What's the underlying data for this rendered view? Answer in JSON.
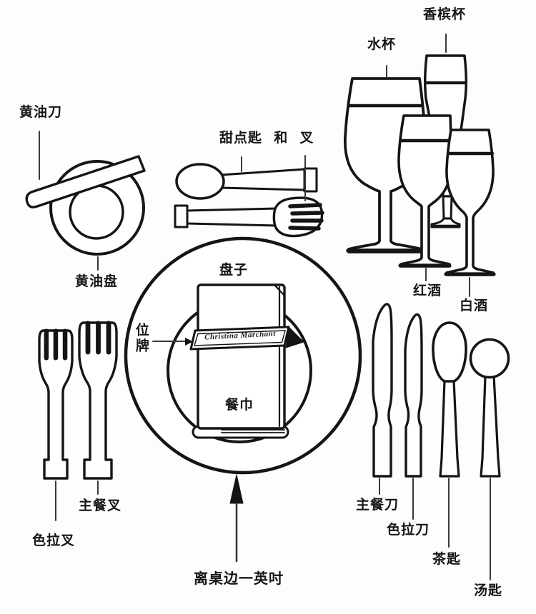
{
  "labels": {
    "butter_knife": "黄油刀",
    "butter_plate": "黄油盘",
    "dessert_spoon_and_fork": "甜点匙 和 叉",
    "water_glass": "水杯",
    "champagne_glass": "香槟杯",
    "red_wine": "红酒",
    "white_wine": "白酒",
    "plate": "盘子",
    "place_card": "位牌",
    "napkin": "餐巾",
    "main_fork": "主餐叉",
    "salad_fork": "色拉叉",
    "main_knife": "主餐刀",
    "salad_knife": "色拉刀",
    "teaspoon": "茶匙",
    "soup_spoon": "汤匙",
    "table_edge_note": "离桌边一英吋"
  },
  "place_card": {
    "name": "Christina Marchant"
  },
  "colors": {
    "line": "#151515",
    "leader": "#3a3a3a",
    "text": "#161616",
    "background": "#fdfdfd"
  }
}
